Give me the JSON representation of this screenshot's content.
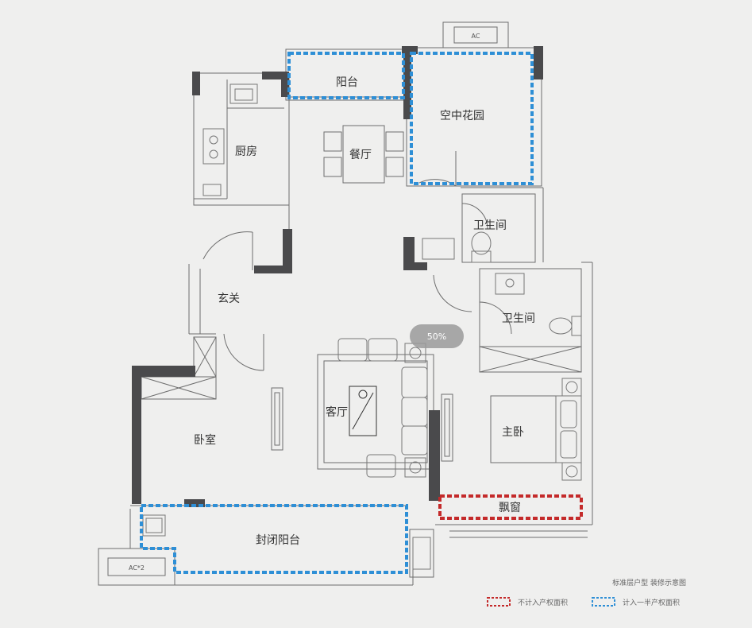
{
  "rooms": {
    "balcony": "阳台",
    "sky_garden": "空中花园",
    "kitchen": "厨房",
    "dining": "餐厅",
    "bathroom_1": "卫生间",
    "bathroom_2": "卫生间",
    "entrance": "玄关",
    "living": "客厅",
    "bedroom": "卧室",
    "master_bedroom": "主卧",
    "bay_window": "飘窗",
    "enclosed_balcony": "封闭阳台"
  },
  "ac_units": {
    "top": "AC",
    "bottom": "AC*2"
  },
  "zoom_badge": "50%",
  "caption": "标准层户型 装修示意图",
  "legend": [
    {
      "label": "不计入产权面积",
      "color": "#c42a2a"
    },
    {
      "label": "计入一半产权面积",
      "color": "#2e8fd6"
    }
  ],
  "colors": {
    "wall": "#4a4a4c",
    "line": "#6d6d6d",
    "background": "#efefee"
  }
}
